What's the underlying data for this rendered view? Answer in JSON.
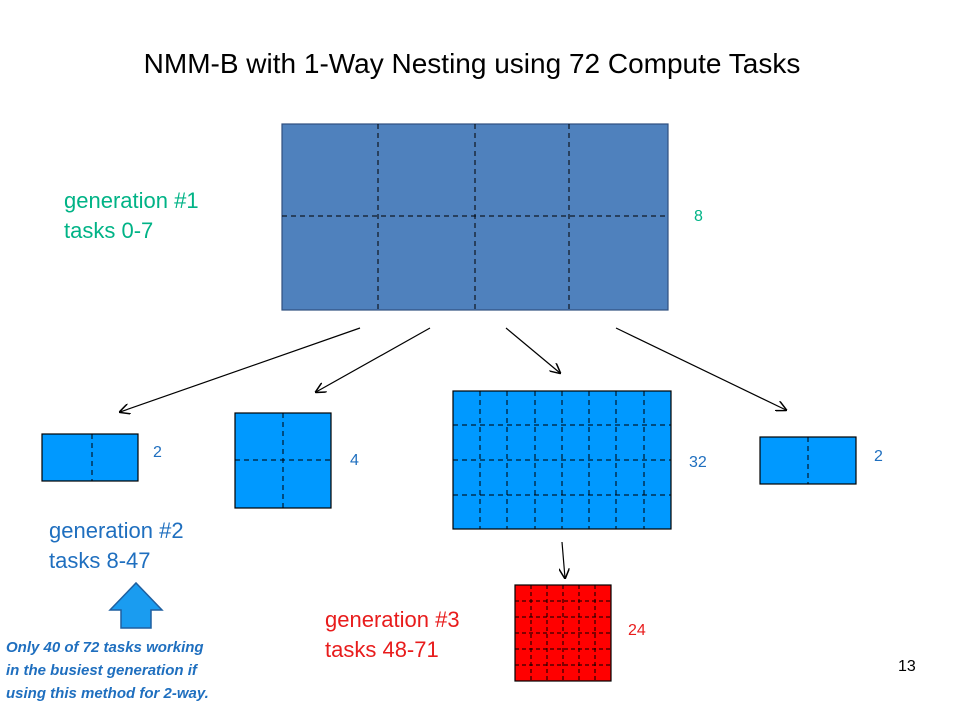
{
  "title": "NMM-B with 1-Way Nesting using 72 Compute Tasks",
  "gen1": {
    "line1": "generation #1",
    "line2": "tasks 0-7",
    "count": "8"
  },
  "gen2": {
    "line1": "generation #2",
    "line2": "tasks 8-47",
    "counts": [
      "2",
      "4",
      "32",
      "2"
    ]
  },
  "gen3": {
    "line1": "generation #3",
    "line2": "tasks 48-71",
    "count": "24"
  },
  "note": {
    "line1": "Only 40 of 72 tasks working",
    "line2": "in the busiest generation if",
    "line3": "using this method for 2-way."
  },
  "page_number": "13",
  "colors": {
    "gen1_fill": "#4f81bd",
    "gen2_fill": "#0099ff",
    "gen3_fill": "#ff0000",
    "gen1_text": "#00b386",
    "gen2_text": "#1f6fbf",
    "gen3_text": "#e81c1c",
    "note_text": "#1f6fbf",
    "up_arrow": "#1a9cf0"
  }
}
